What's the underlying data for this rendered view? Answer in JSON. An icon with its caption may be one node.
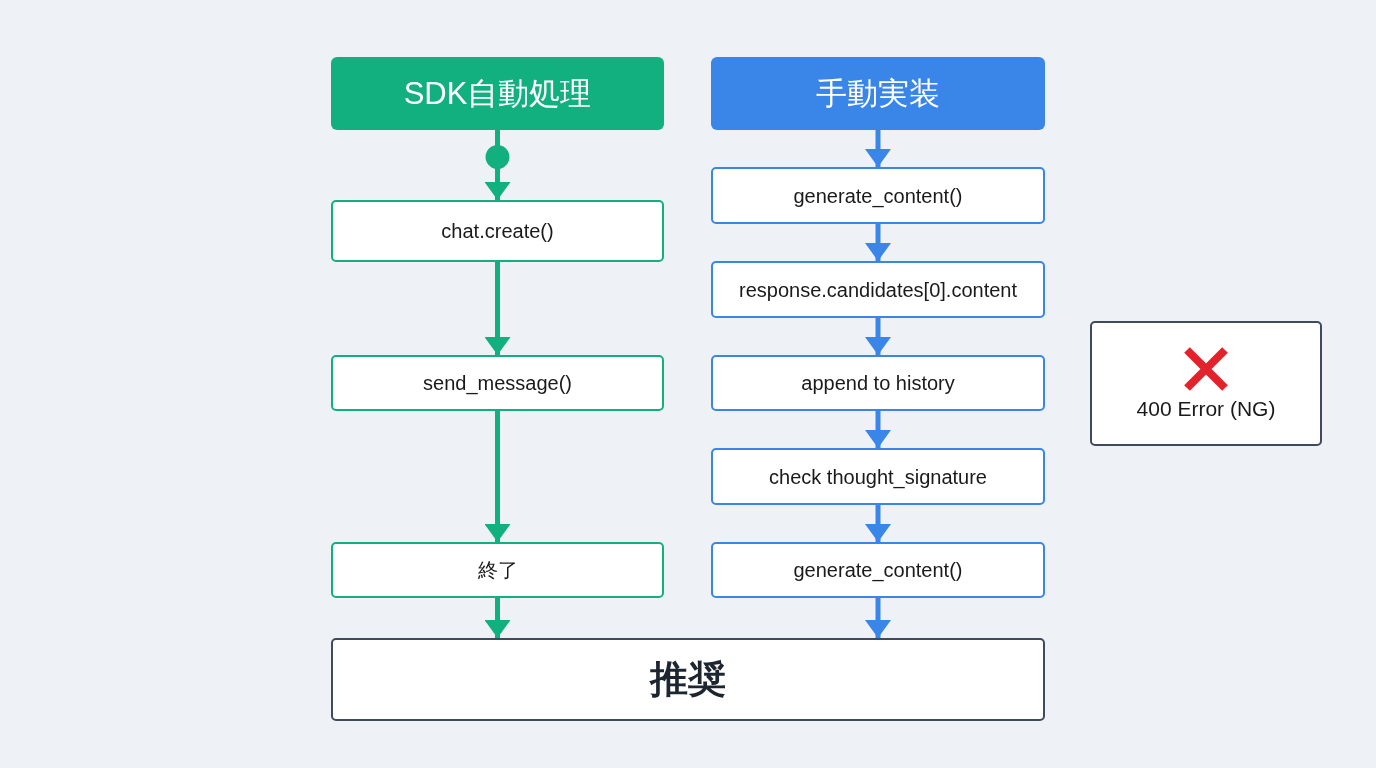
{
  "diagram": {
    "nodes": [
      {
        "text": [
          "SDK自動処理"
        ]
      },
      {
        "text": [
          "chat.create()"
        ]
      },
      {
        "text": [
          "send_message()"
        ]
      },
      {
        "text": [
          "終了"
        ]
      },
      {
        "text": [
          "手動実装"
        ]
      },
      {
        "text": [
          "generate_content()"
        ]
      },
      {
        "text": [
          "response.candidates[0].content"
        ]
      },
      {
        "text": [
          "append to history"
        ]
      },
      {
        "text": [
          "check thought_signature"
        ]
      },
      {
        "text": [
          "generate_content()"
        ]
      },
      {
        "text": [
          "400 Error (NG)"
        ]
      },
      {
        "text": [
          "推奨"
        ]
      }
    ],
    "edges": [
      {
        "from": 0,
        "to": 1,
        "arrow": "to",
        "color": "#13b07f"
      },
      {
        "from": 1,
        "to": 2,
        "arrow": "to",
        "color": "#13b07f"
      },
      {
        "from": 2,
        "to": 3,
        "arrow": "to",
        "color": "#13b07f"
      },
      {
        "from": 3,
        "to": 11,
        "arrow": "to",
        "color": "#13b07f"
      },
      {
        "from": 4,
        "to": 5,
        "arrow": "to"
      },
      {
        "from": 5,
        "to": 6,
        "arrow": "to"
      },
      {
        "from": 6,
        "to": 7,
        "arrow": "to"
      },
      {
        "from": 7,
        "to": 8,
        "arrow": "to"
      },
      {
        "from": 8,
        "to": 9,
        "arrow": "to"
      },
      {
        "from": 9,
        "to": 11,
        "arrow": "to"
      }
    ]
  }
}
